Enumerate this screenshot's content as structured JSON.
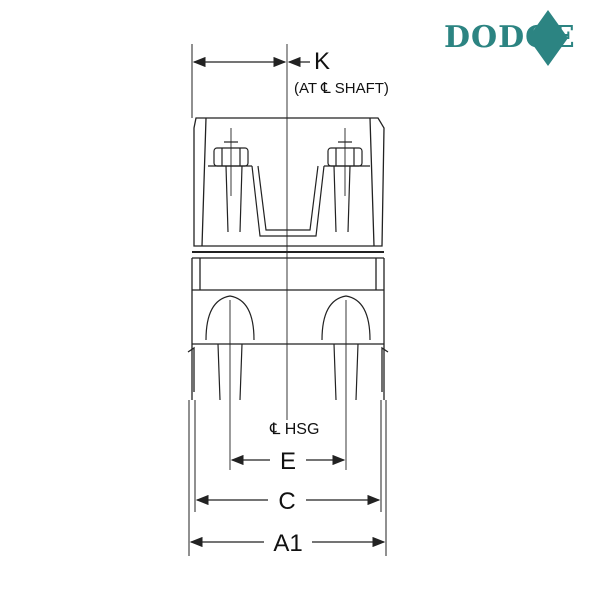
{
  "brand": {
    "logo_text": "DODGE",
    "color": "#2c8482"
  },
  "labels": {
    "k": "K",
    "k_note": "(AT ℄ SHAFT)",
    "hsg": "℄ HSG",
    "e": "E",
    "c": "C",
    "a1": "A1"
  },
  "colors": {
    "line": "#222222"
  }
}
